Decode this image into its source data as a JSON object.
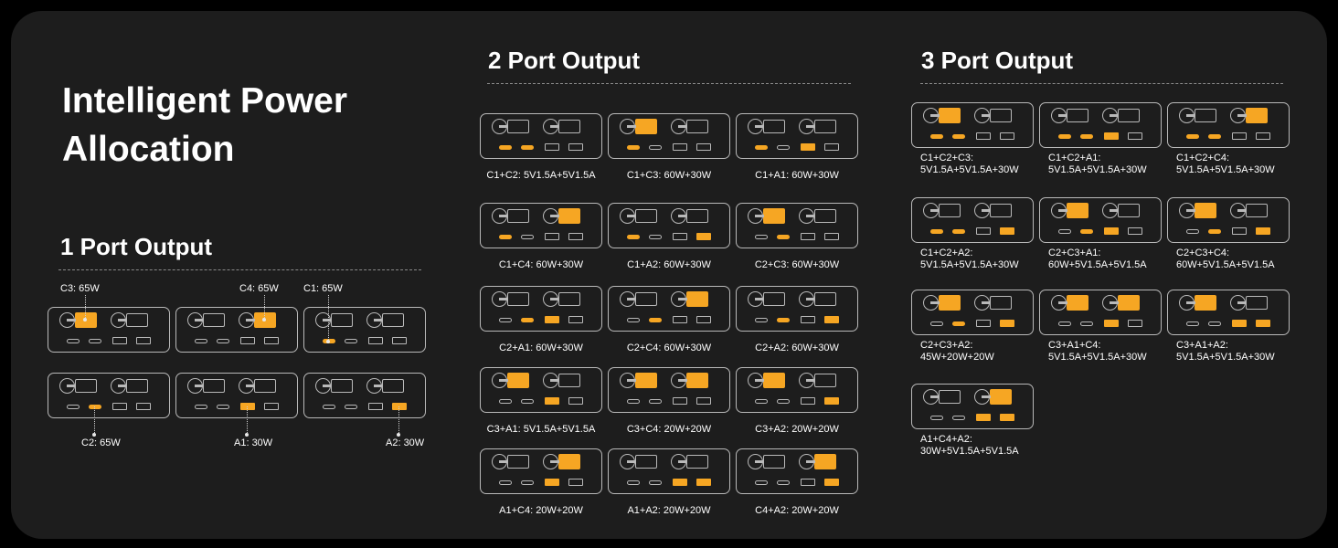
{
  "heading": {
    "line1": "Intelligent Power",
    "line2": "Allocation"
  },
  "colors": {
    "active": "#F6A623",
    "outline": "#B9B9B9",
    "panel": "#1D1D1D",
    "text": "#FFFFFF"
  },
  "one_port": {
    "title": "1 Port Output",
    "items": [
      {
        "label": "C3: 65W",
        "active": [
          "C3"
        ]
      },
      {
        "label": "C4: 65W",
        "active": [
          "C4"
        ]
      },
      {
        "label": "C1: 65W",
        "active": [
          "C1"
        ]
      },
      {
        "label": "C2: 65W",
        "active": [
          "C2"
        ]
      },
      {
        "label": "A1: 30W",
        "active": [
          "A1"
        ]
      },
      {
        "label": "A2: 30W",
        "active": [
          "A2"
        ]
      }
    ]
  },
  "two_port": {
    "title": "2 Port Output",
    "items": [
      {
        "label": "C1+C2: 5V1.5A+5V1.5A",
        "active": [
          "C1",
          "C2"
        ]
      },
      {
        "label": "C1+C3: 60W+30W",
        "active": [
          "C1",
          "C3"
        ]
      },
      {
        "label": "C1+A1: 60W+30W",
        "active": [
          "C1",
          "A1"
        ]
      },
      {
        "label": "C1+C4: 60W+30W",
        "active": [
          "C1",
          "C4"
        ]
      },
      {
        "label": "C1+A2: 60W+30W",
        "active": [
          "C1",
          "A2"
        ]
      },
      {
        "label": "C2+C3: 60W+30W",
        "active": [
          "C2",
          "C3"
        ]
      },
      {
        "label": "C2+A1: 60W+30W",
        "active": [
          "C2",
          "A1"
        ]
      },
      {
        "label": "C2+C4: 60W+30W",
        "active": [
          "C2",
          "C4"
        ]
      },
      {
        "label": "C2+A2: 60W+30W",
        "active": [
          "C2",
          "A2"
        ]
      },
      {
        "label": "C3+A1: 5V1.5A+5V1.5A",
        "active": [
          "C3",
          "A1"
        ]
      },
      {
        "label": "C3+C4: 20W+20W",
        "active": [
          "C3",
          "C4"
        ]
      },
      {
        "label": "C3+A2: 20W+20W",
        "active": [
          "C3",
          "A2"
        ]
      },
      {
        "label": "A1+C4: 20W+20W",
        "active": [
          "A1",
          "C4"
        ]
      },
      {
        "label": "A1+A2: 20W+20W",
        "active": [
          "A1",
          "A2"
        ]
      },
      {
        "label": "C4+A2: 20W+20W",
        "active": [
          "C4",
          "A2"
        ]
      }
    ]
  },
  "three_port": {
    "title": "3 Port Output",
    "items": [
      {
        "label1": "C1+C2+C3:",
        "label2": "5V1.5A+5V1.5A+30W",
        "active": [
          "C1",
          "C2",
          "C3"
        ]
      },
      {
        "label1": "C1+C2+A1:",
        "label2": "5V1.5A+5V1.5A+30W",
        "active": [
          "C1",
          "C2",
          "A1"
        ]
      },
      {
        "label1": "C1+C2+C4:",
        "label2": "5V1.5A+5V1.5A+30W",
        "active": [
          "C1",
          "C2",
          "C4"
        ]
      },
      {
        "label1": "C1+C2+A2:",
        "label2": "5V1.5A+5V1.5A+30W",
        "active": [
          "C1",
          "C2",
          "A2"
        ]
      },
      {
        "label1": "C2+C3+A1:",
        "label2": "60W+5V1.5A+5V1.5A",
        "active": [
          "C2",
          "C3",
          "A1"
        ]
      },
      {
        "label1": "C2+C3+C4:",
        "label2": "60W+5V1.5A+5V1.5A",
        "active": [
          "C2",
          "C3",
          "A2"
        ]
      },
      {
        "label1": "C2+C3+A2:",
        "label2": "45W+20W+20W",
        "active": [
          "C2",
          "C3",
          "A2"
        ]
      },
      {
        "label1": "C3+A1+C4:",
        "label2": "5V1.5A+5V1.5A+30W",
        "active": [
          "C3",
          "A1",
          "C4"
        ]
      },
      {
        "label1": "C3+A1+A2:",
        "label2": "5V1.5A+5V1.5A+30W",
        "active": [
          "C3",
          "A1",
          "A2"
        ]
      },
      {
        "label1": "A1+C4+A2:",
        "label2": "30W+5V1.5A+5V1.5A",
        "active": [
          "C4",
          "A1",
          "A2"
        ]
      }
    ]
  }
}
